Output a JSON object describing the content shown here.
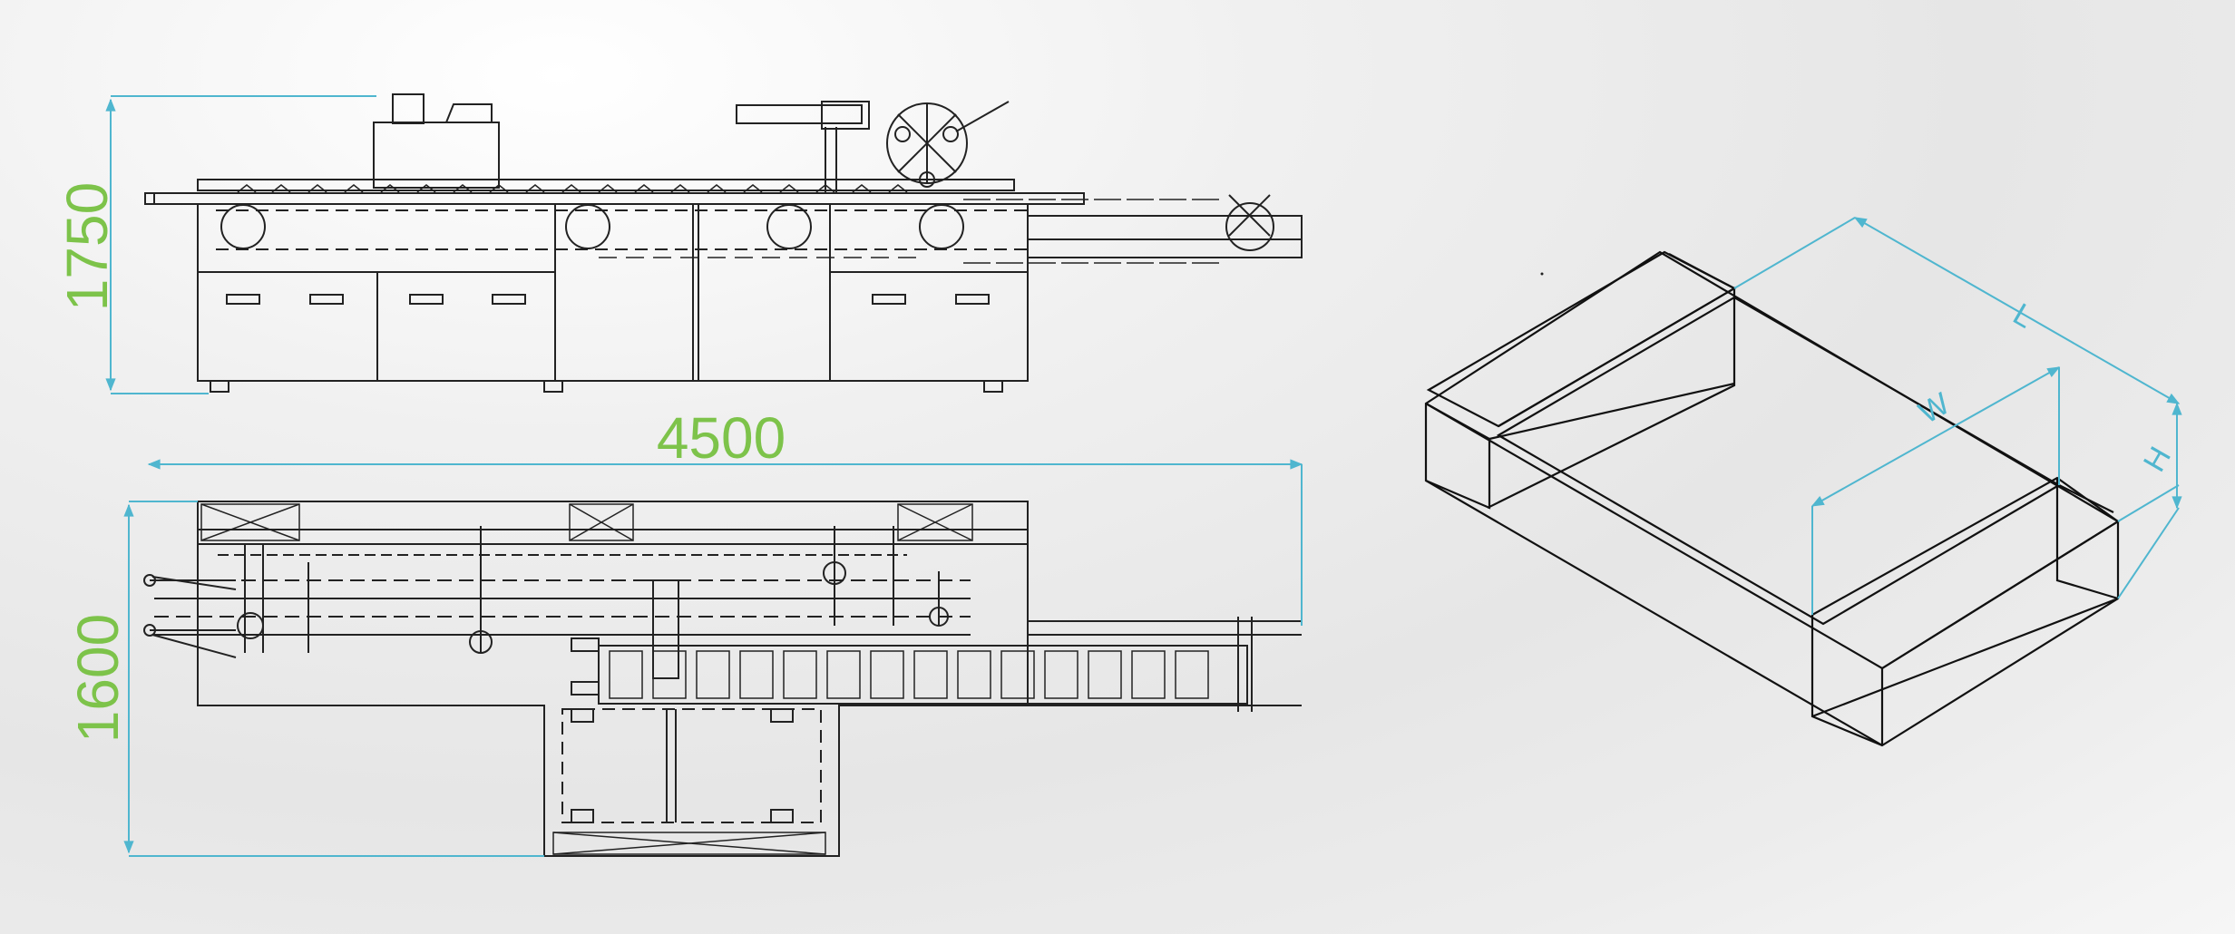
{
  "dimensions": {
    "height": "1750",
    "length": "4500",
    "width": "1600"
  },
  "box_labels": {
    "length": "L",
    "width": "W",
    "height": "H"
  },
  "colors": {
    "dimension_text": "#7dc34a",
    "dimension_lines": "#4fb6cf",
    "drawing_lines": "#222222"
  }
}
